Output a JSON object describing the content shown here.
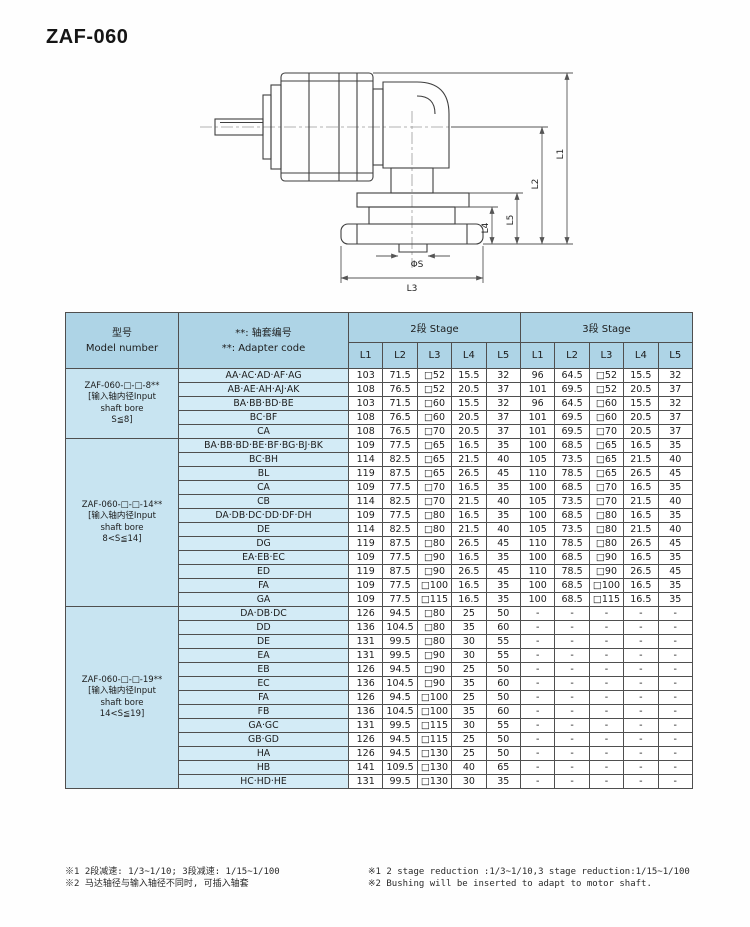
{
  "page": {
    "title": "ZAF-060"
  },
  "drawing": {
    "dim_labels": {
      "L1": "L1",
      "L2": "L2",
      "L3": "L3",
      "L4": "L4",
      "L5": "L5",
      "phiS": "ΦS"
    }
  },
  "colors": {
    "header_bg": "#aed4e6",
    "model_col_bg": "#c8e4f1",
    "adapter_col_bg": "#d3ebf6",
    "table_border": "#4f4f4f"
  },
  "table": {
    "headers": {
      "model_cn": "型号",
      "model_en": "Model number",
      "adapter_cn": "**: 轴套编号",
      "adapter_en": "**: Adapter code",
      "stage2": "2段 Stage",
      "stage3": "3段 Stage",
      "dims": [
        "L1",
        "L2",
        "L3",
        "L4",
        "L5"
      ]
    },
    "groups": [
      {
        "model_lines": [
          "ZAF-060-□-□-8**",
          "[输入轴内径Input",
          "shaft bore",
          "S≦8]"
        ],
        "rows": [
          {
            "code": "AA·AC·AD·AF·AG",
            "values": [
              "103",
              "71.5",
              "□52",
              "15.5",
              "32",
              "96",
              "64.5",
              "□52",
              "15.5",
              "32"
            ]
          },
          {
            "code": "AB·AE·AH·AJ·AK",
            "values": [
              "108",
              "76.5",
              "□52",
              "20.5",
              "37",
              "101",
              "69.5",
              "□52",
              "20.5",
              "37"
            ]
          },
          {
            "code": "BA·BB·BD·BE",
            "values": [
              "103",
              "71.5",
              "□60",
              "15.5",
              "32",
              "96",
              "64.5",
              "□60",
              "15.5",
              "32"
            ]
          },
          {
            "code": "BC·BF",
            "values": [
              "108",
              "76.5",
              "□60",
              "20.5",
              "37",
              "101",
              "69.5",
              "□60",
              "20.5",
              "37"
            ]
          },
          {
            "code": "CA",
            "values": [
              "108",
              "76.5",
              "□70",
              "20.5",
              "37",
              "101",
              "69.5",
              "□70",
              "20.5",
              "37"
            ]
          }
        ]
      },
      {
        "model_lines": [
          "ZAF-060-□-□-14**",
          "[输入轴内径Input",
          "shaft bore",
          "8<S≦14]"
        ],
        "rows": [
          {
            "code": "BA·BB·BD·BE·BF·BG·BJ·BK",
            "values": [
              "109",
              "77.5",
              "□65",
              "16.5",
              "35",
              "100",
              "68.5",
              "□65",
              "16.5",
              "35"
            ]
          },
          {
            "code": "BC·BH",
            "values": [
              "114",
              "82.5",
              "□65",
              "21.5",
              "40",
              "105",
              "73.5",
              "□65",
              "21.5",
              "40"
            ]
          },
          {
            "code": "BL",
            "values": [
              "119",
              "87.5",
              "□65",
              "26.5",
              "45",
              "110",
              "78.5",
              "□65",
              "26.5",
              "45"
            ]
          },
          {
            "code": "CA",
            "values": [
              "109",
              "77.5",
              "□70",
              "16.5",
              "35",
              "100",
              "68.5",
              "□70",
              "16.5",
              "35"
            ]
          },
          {
            "code": "CB",
            "values": [
              "114",
              "82.5",
              "□70",
              "21.5",
              "40",
              "105",
              "73.5",
              "□70",
              "21.5",
              "40"
            ]
          },
          {
            "code": "DA·DB·DC·DD·DF·DH",
            "values": [
              "109",
              "77.5",
              "□80",
              "16.5",
              "35",
              "100",
              "68.5",
              "□80",
              "16.5",
              "35"
            ]
          },
          {
            "code": "DE",
            "values": [
              "114",
              "82.5",
              "□80",
              "21.5",
              "40",
              "105",
              "73.5",
              "□80",
              "21.5",
              "40"
            ]
          },
          {
            "code": "DG",
            "values": [
              "119",
              "87.5",
              "□80",
              "26.5",
              "45",
              "110",
              "78.5",
              "□80",
              "26.5",
              "45"
            ]
          },
          {
            "code": "EA·EB·EC",
            "values": [
              "109",
              "77.5",
              "□90",
              "16.5",
              "35",
              "100",
              "68.5",
              "□90",
              "16.5",
              "35"
            ]
          },
          {
            "code": "ED",
            "values": [
              "119",
              "87.5",
              "□90",
              "26.5",
              "45",
              "110",
              "78.5",
              "□90",
              "26.5",
              "45"
            ]
          },
          {
            "code": "FA",
            "values": [
              "109",
              "77.5",
              "□100",
              "16.5",
              "35",
              "100",
              "68.5",
              "□100",
              "16.5",
              "35"
            ]
          },
          {
            "code": "GA",
            "values": [
              "109",
              "77.5",
              "□115",
              "16.5",
              "35",
              "100",
              "68.5",
              "□115",
              "16.5",
              "35"
            ]
          }
        ]
      },
      {
        "model_lines": [
          "ZAF-060-□-□-19**",
          "[输入轴内径Input",
          "shaft bore",
          "14<S≦19]"
        ],
        "rows": [
          {
            "code": "DA·DB·DC",
            "values": [
              "126",
              "94.5",
              "□80",
              "25",
              "50",
              "-",
              "-",
              "-",
              "-",
              "-"
            ]
          },
          {
            "code": "DD",
            "values": [
              "136",
              "104.5",
              "□80",
              "35",
              "60",
              "-",
              "-",
              "-",
              "-",
              "-"
            ]
          },
          {
            "code": "DE",
            "values": [
              "131",
              "99.5",
              "□80",
              "30",
              "55",
              "-",
              "-",
              "-",
              "-",
              "-"
            ]
          },
          {
            "code": "EA",
            "values": [
              "131",
              "99.5",
              "□90",
              "30",
              "55",
              "-",
              "-",
              "-",
              "-",
              "-"
            ]
          },
          {
            "code": "EB",
            "values": [
              "126",
              "94.5",
              "□90",
              "25",
              "50",
              "-",
              "-",
              "-",
              "-",
              "-"
            ]
          },
          {
            "code": "EC",
            "values": [
              "136",
              "104.5",
              "□90",
              "35",
              "60",
              "-",
              "-",
              "-",
              "-",
              "-"
            ]
          },
          {
            "code": "FA",
            "values": [
              "126",
              "94.5",
              "□100",
              "25",
              "50",
              "-",
              "-",
              "-",
              "-",
              "-"
            ]
          },
          {
            "code": "FB",
            "values": [
              "136",
              "104.5",
              "□100",
              "35",
              "60",
              "-",
              "-",
              "-",
              "-",
              "-"
            ]
          },
          {
            "code": "GA·GC",
            "values": [
              "131",
              "99.5",
              "□115",
              "30",
              "55",
              "-",
              "-",
              "-",
              "-",
              "-"
            ]
          },
          {
            "code": "GB·GD",
            "values": [
              "126",
              "94.5",
              "□115",
              "25",
              "50",
              "-",
              "-",
              "-",
              "-",
              "-"
            ]
          },
          {
            "code": "HA",
            "values": [
              "126",
              "94.5",
              "□130",
              "25",
              "50",
              "-",
              "-",
              "-",
              "-",
              "-"
            ]
          },
          {
            "code": "HB",
            "values": [
              "141",
              "109.5",
              "□130",
              "40",
              "65",
              "-",
              "-",
              "-",
              "-",
              "-"
            ]
          },
          {
            "code": "HC·HD·HE",
            "values": [
              "131",
              "99.5",
              "□130",
              "30",
              "35",
              "-",
              "-",
              "-",
              "-",
              "-"
            ]
          }
        ]
      }
    ]
  },
  "footnotes": {
    "left": [
      "※1 2段减速: 1/3~1/10; 3段减速: 1/15~1/100",
      "※2 马达轴径与输入轴径不同时, 可插入轴套"
    ],
    "right": [
      "※1 2 stage reduction :1/3~1/10,3 stage reduction:1/15~1/100",
      "※2 Bushing will be inserted to adapt to motor shaft."
    ]
  }
}
